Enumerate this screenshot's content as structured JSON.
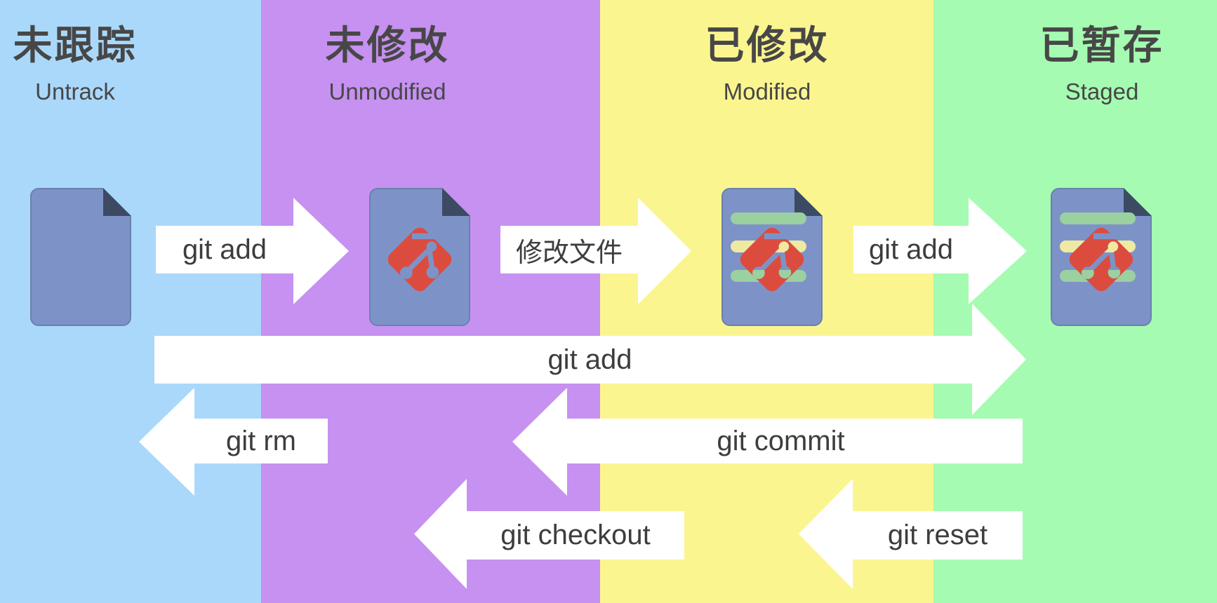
{
  "columns": [
    {
      "title_zh": "未跟踪",
      "title_en": "Untrack"
    },
    {
      "title_zh": "未修改",
      "title_en": "Unmodified"
    },
    {
      "title_zh": "已修改",
      "title_en": "Modified"
    },
    {
      "title_zh": "已暂存",
      "title_en": "Staged"
    }
  ],
  "files": [
    {
      "state": "untracked",
      "has_git_logo": false,
      "content_bars": []
    },
    {
      "state": "unmodified",
      "has_git_logo": true,
      "content_bars": []
    },
    {
      "state": "modified",
      "has_git_logo": true,
      "content_bars": [
        "green",
        "yellow",
        "green"
      ]
    },
    {
      "state": "staged",
      "has_git_logo": true,
      "content_bars": [
        "green",
        "yellow",
        "green"
      ]
    }
  ],
  "arrows": {
    "add1": {
      "label": "git add",
      "direction": "right",
      "from": "untracked",
      "to": "unmodified"
    },
    "modify": {
      "label": "修改文件",
      "direction": "right",
      "from": "unmodified",
      "to": "modified"
    },
    "add2": {
      "label": "git add",
      "direction": "right",
      "from": "modified",
      "to": "staged"
    },
    "add_long": {
      "label": "git add",
      "direction": "right",
      "from": "untracked",
      "to": "staged"
    },
    "rm": {
      "label": "git rm",
      "direction": "left",
      "from": "unmodified",
      "to": "untracked"
    },
    "commit": {
      "label": "git commit",
      "direction": "left",
      "from": "staged",
      "to": "unmodified"
    },
    "checkout": {
      "label": "git checkout",
      "direction": "left",
      "from": "modified",
      "to": "unmodified"
    },
    "reset": {
      "label": "git reset",
      "direction": "left",
      "from": "staged",
      "to": "modified"
    }
  },
  "colors": {
    "col_untracked": "#aad8fb",
    "col_unmodified": "#c691f1",
    "col_modified": "#fbf590",
    "col_staged": "#a5fbb1",
    "doc_fill": "#7d93c8",
    "doc_border": "#6b80ad",
    "doc_fold": "#3c4b63",
    "bar_green": "#9bd0a0",
    "bar_yellow": "#eeeaa2",
    "git_red": "#db4c3f",
    "arrow_white": "#ffffff",
    "title_color": "#474747",
    "label_color": "#3d3d3d"
  }
}
